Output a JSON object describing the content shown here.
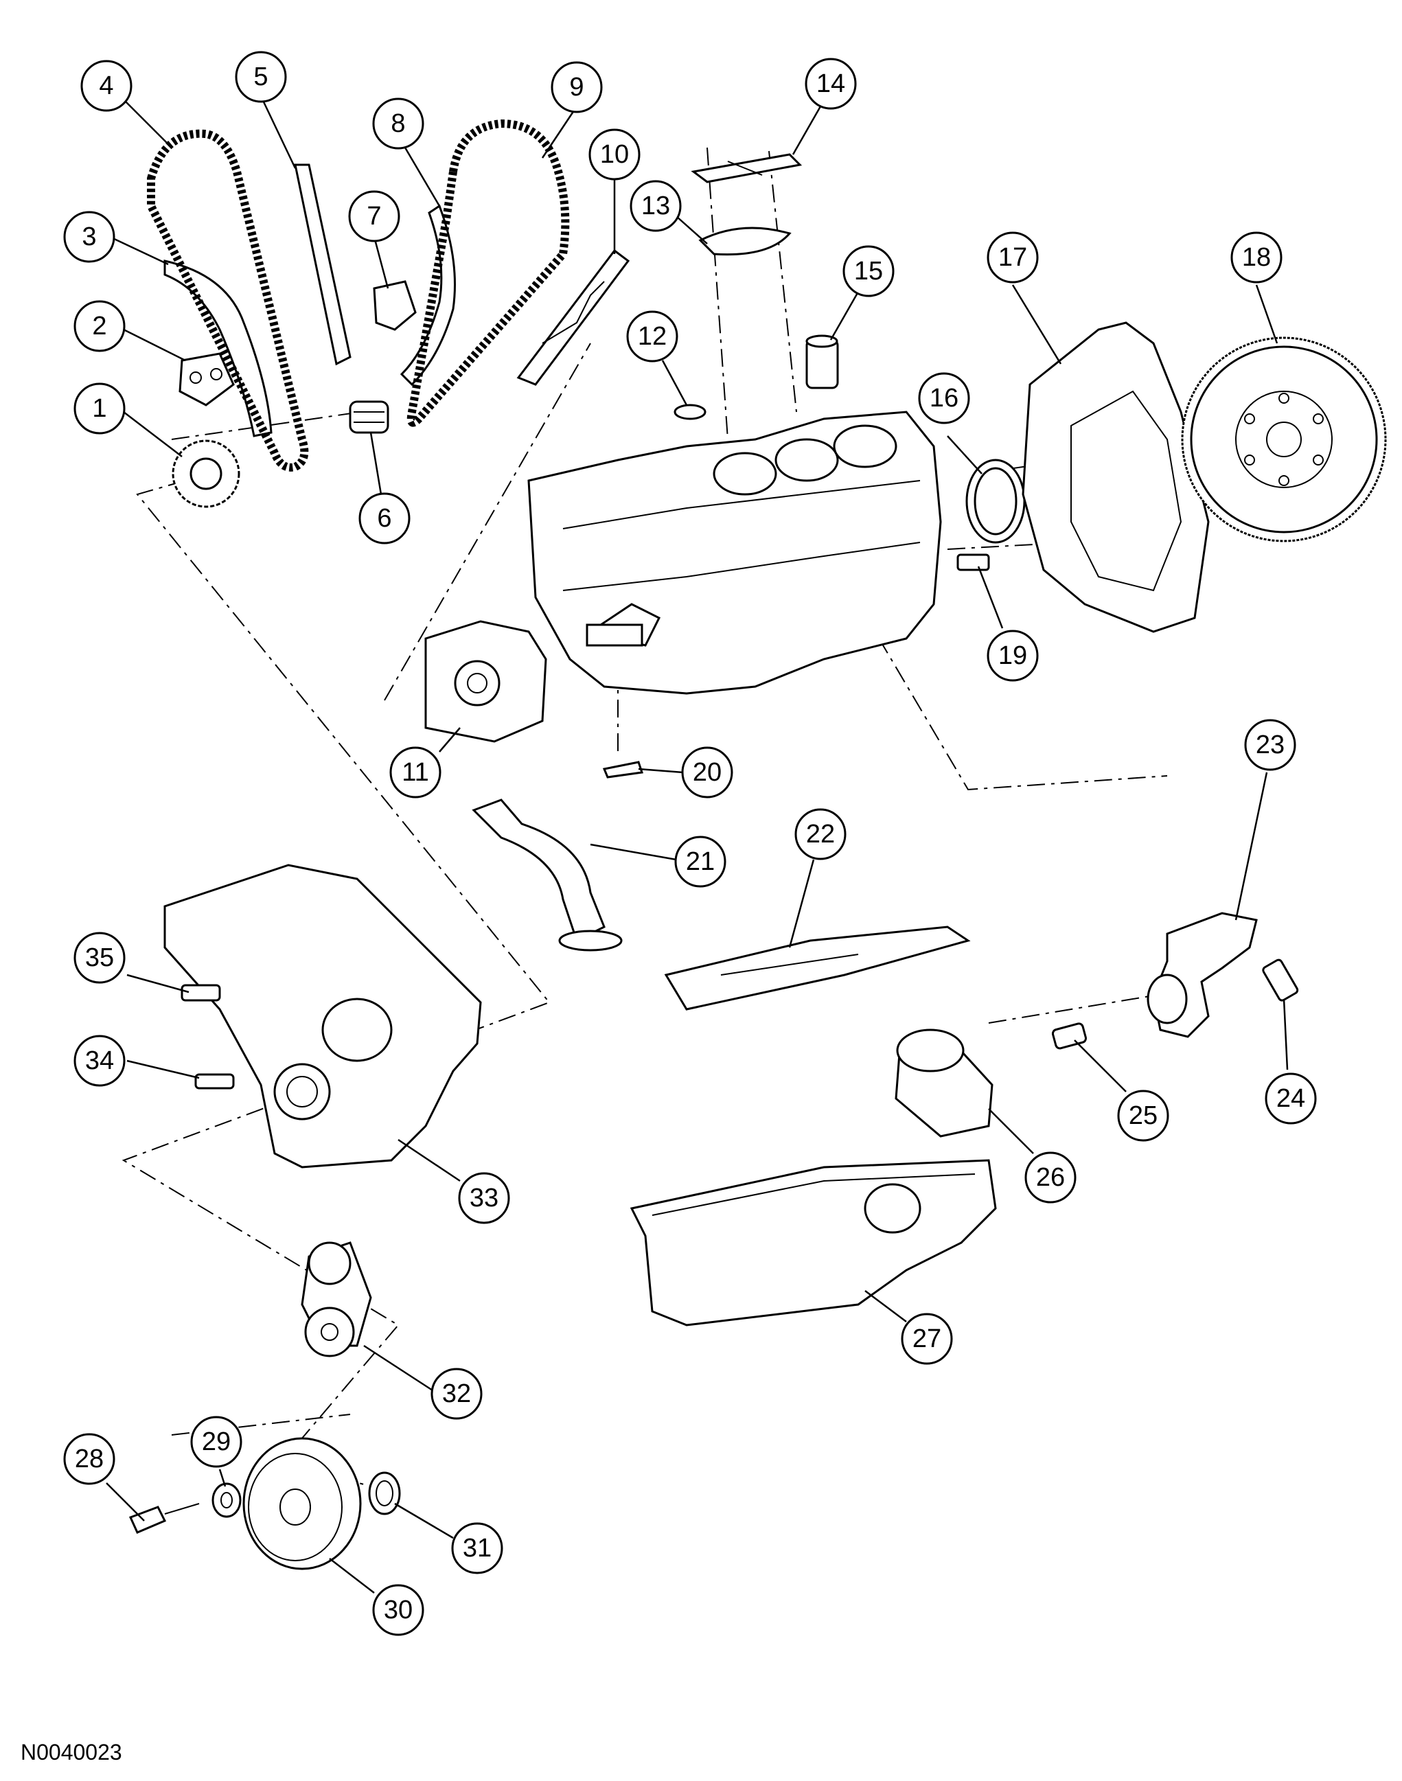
{
  "figure_id": "N0040023",
  "callouts": [
    "1",
    "2",
    "3",
    "4",
    "5",
    "6",
    "7",
    "8",
    "9",
    "10",
    "11",
    "12",
    "13",
    "14",
    "15",
    "16",
    "17",
    "18",
    "19",
    "20",
    "21",
    "22",
    "23",
    "24",
    "25",
    "26",
    "27",
    "28",
    "29",
    "30",
    "31",
    "32",
    "33",
    "34",
    "35"
  ]
}
